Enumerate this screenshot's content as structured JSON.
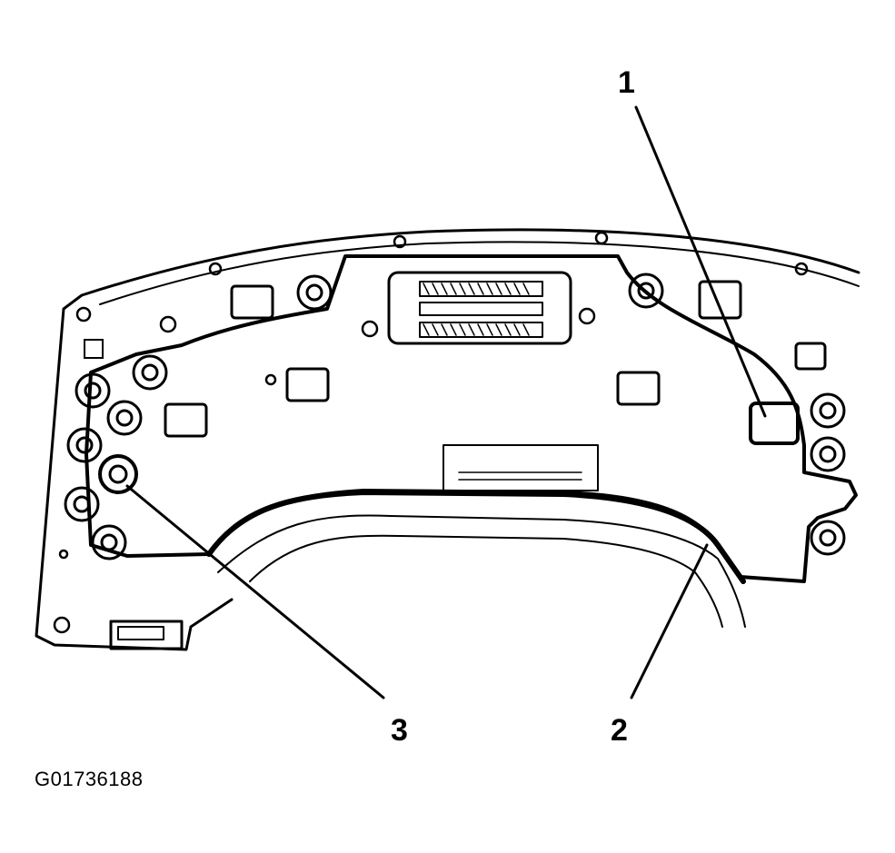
{
  "diagram": {
    "subject": "instrument-cluster-circuit-board-rear-view",
    "callouts": [
      {
        "id": "callout-1",
        "label": "1"
      },
      {
        "id": "callout-2",
        "label": "2"
      },
      {
        "id": "callout-3",
        "label": "3"
      }
    ],
    "figure_id": "G01736188",
    "colors": {
      "ink": "#000000",
      "paper": "#ffffff"
    }
  }
}
